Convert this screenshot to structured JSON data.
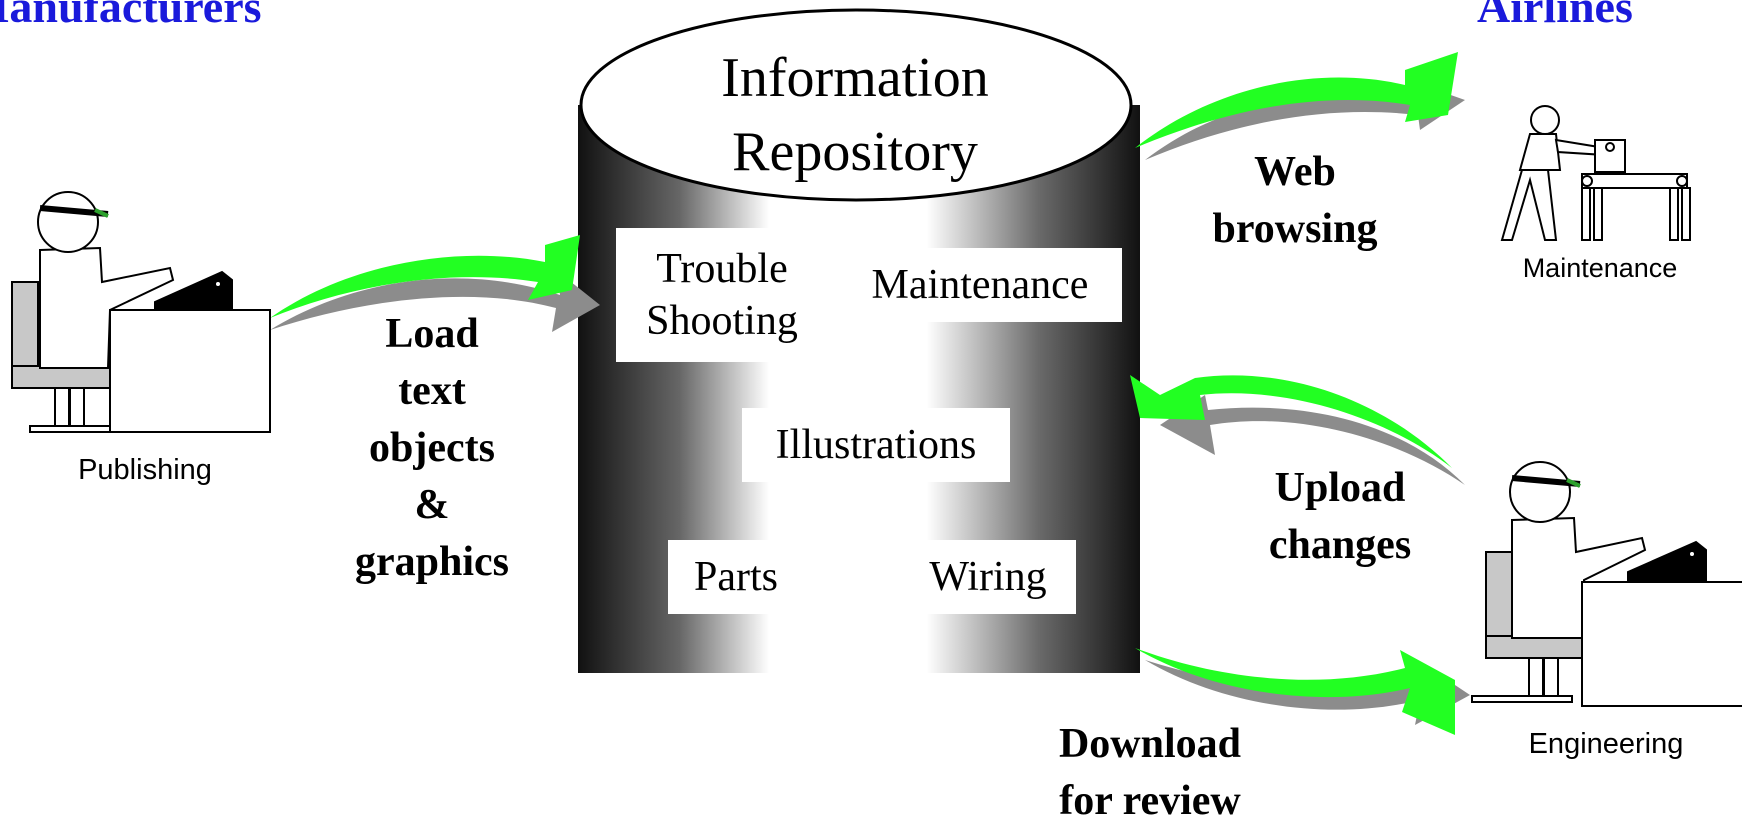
{
  "headings": {
    "left": "Manufacturers",
    "right": "Airlines"
  },
  "colors": {
    "heading": "#1a1adb",
    "arrow": "#22ff22",
    "arrow_shadow": "#8c8c8c"
  },
  "repository": {
    "title_line1": "Information",
    "title_line2": "Repository",
    "boxes": {
      "troubleshooting_line1": "Trouble",
      "troubleshooting_line2": "Shooting",
      "maintenance": "Maintenance",
      "illustrations": "Illustrations",
      "parts": "Parts",
      "wiring": "Wiring"
    }
  },
  "flows": {
    "load_line1": "Load",
    "load_line2": "text",
    "load_line3": "objects",
    "load_line4": "&",
    "load_line5": "graphics",
    "web_line1": "Web",
    "web_line2": "browsing",
    "upload_line1": "Upload",
    "upload_line2": "changes",
    "download_line1": "Download",
    "download_line2": "for review"
  },
  "actors": {
    "publishing": "Publishing",
    "maintenance": "Maintenance",
    "engineering": "Engineering"
  }
}
